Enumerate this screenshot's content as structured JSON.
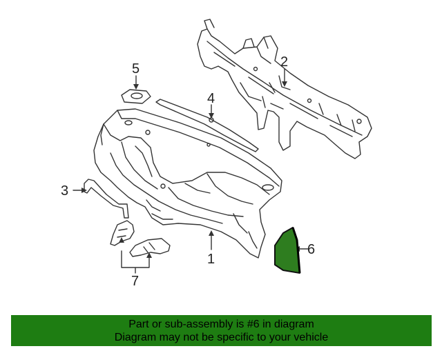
{
  "diagram": {
    "callouts": [
      "1",
      "2",
      "3",
      "4",
      "5",
      "6",
      "7"
    ],
    "highlight_color": "#2e7d1f"
  },
  "banner": {
    "line1": "Part or sub-assembly is #6 in diagram",
    "line2": "Diagram may not be specific to your vehicle",
    "background": "#1e7d12"
  }
}
